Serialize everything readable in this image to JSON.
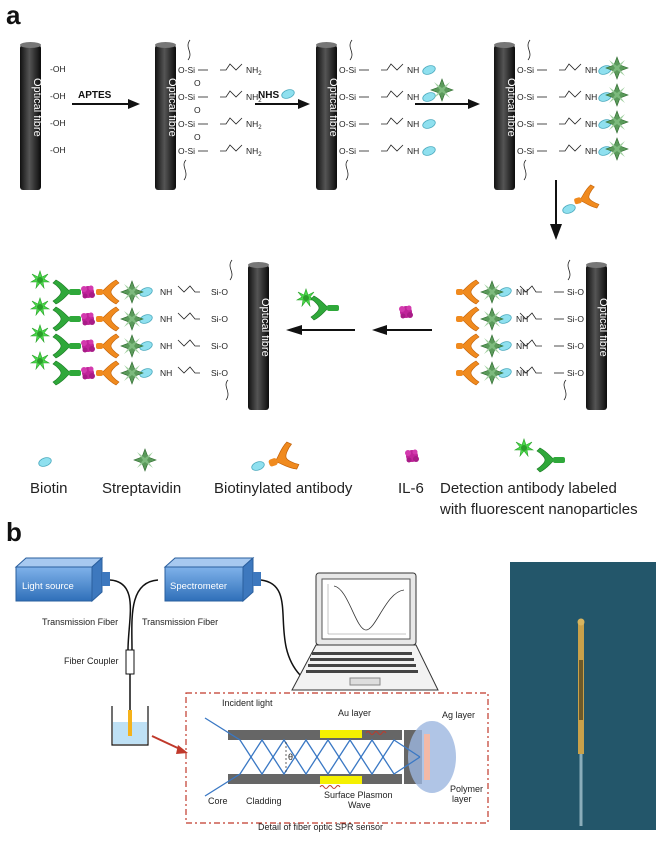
{
  "panel_a": {
    "letter": "a",
    "fiber_label": "Optical fibre",
    "oh_label": "OH",
    "step1_reagent": "APTES",
    "step2_reagent": "NHS",
    "si_label": "Si",
    "o_label": "O",
    "nh2_label": "NH",
    "nh2_subscript": "2",
    "nh_label": "NH"
  },
  "legend": {
    "biotin": "Biotin",
    "streptavidin": "Streptavidin",
    "biotinylated_antibody": "Biotinylated antibody",
    "il6": "IL-6",
    "detection_line1": "Detection antibody labeled",
    "detection_line2": "with fluorescent nanoparticles"
  },
  "panel_b": {
    "letter": "b",
    "light_source": "Light source",
    "spectrometer": "Spectrometer",
    "transmission_fiber_left": "Transmission Fiber",
    "transmission_fiber_right": "Transmission Fiber",
    "fiber_coupler": "Fiber Coupler",
    "incident_light": "Incident light",
    "au_layer": "Au layer",
    "ag_layer": "Ag layer",
    "theta": "θ",
    "core": "Core",
    "cladding": "Cladding",
    "spw_line1": "Surface Plasmon",
    "spw_line2": "Wave",
    "polymer_line1": "Polymer",
    "polymer_line2": "layer",
    "detail_caption": "Detail of fiber optic SPR sensor"
  },
  "colors": {
    "biotin": "#8fe0ef",
    "streptavidin": "#5a9a5a",
    "antibody_orange": "#f08a1e",
    "il6": "#c0249a",
    "detection_green": "#2fa83a",
    "fluor": "#4bd84b",
    "au": "#f5f000",
    "ag": "#f3b9a7",
    "accent_red": "#c0392b",
    "device_blue": "#4a86c9"
  }
}
